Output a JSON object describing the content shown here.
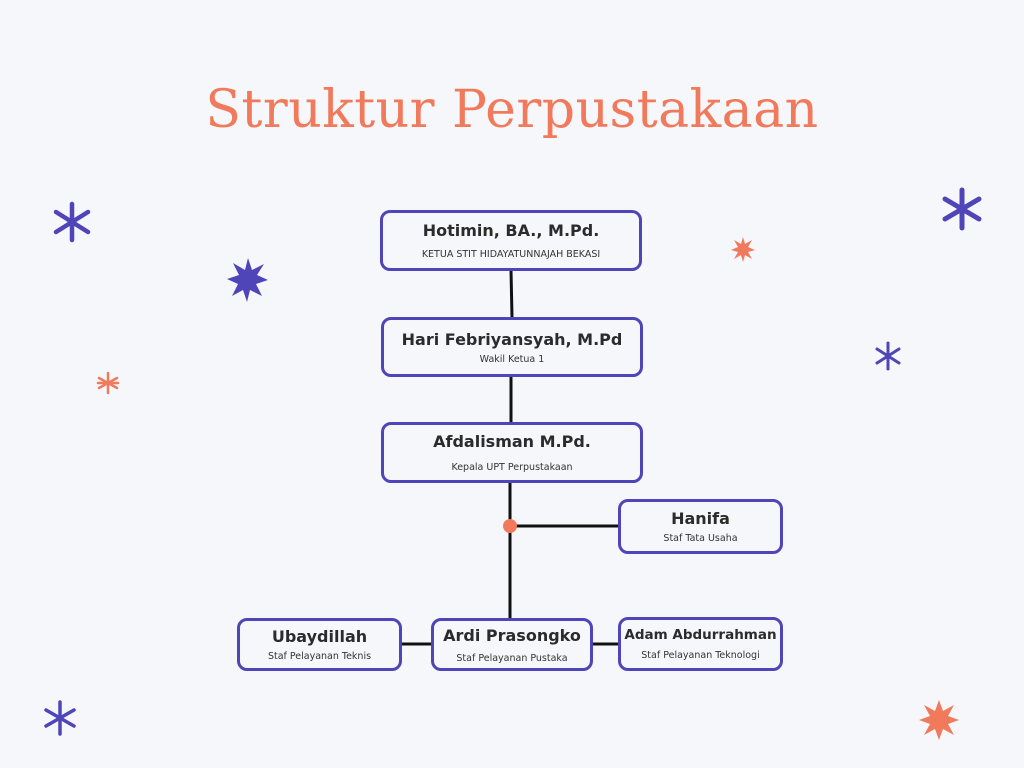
{
  "title": "Struktur Perpustakaan",
  "nodes": [
    {
      "name": "Hotimin, BA., M.Pd.",
      "role": "KETUA STIT HIDAYATUNNAJAH BEKASI"
    },
    {
      "name": "Hari Febriyansyah, M.Pd",
      "role": "Wakil Ketua 1"
    },
    {
      "name": "Afdalisman M.Pd.",
      "role": "Kepala UPT Perpustakaan"
    },
    {
      "name": "Hanifa",
      "role": "Staf Tata Usaha"
    },
    {
      "name": "Ubaydillah",
      "role": "Staf Pelayanan Teknis"
    },
    {
      "name": "Ardi Prasongko",
      "role": "Staf Pelayanan Pustaka"
    },
    {
      "name": "Adam Abdurrahman",
      "role": "Staf Pelayanan Teknologi"
    }
  ],
  "colors": {
    "accent": "#f07a5b",
    "border": "#5045b8",
    "sparkle_purple": "#5045b8",
    "sparkle_orange": "#f07a5b"
  },
  "decorations": [
    "sparkle-icon"
  ]
}
